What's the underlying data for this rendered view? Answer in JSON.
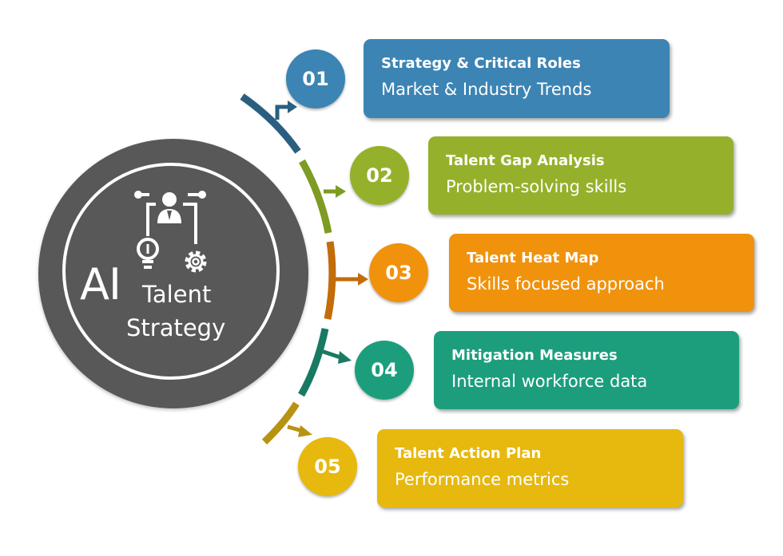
{
  "colors": {
    "blue": "#3c84b4",
    "green": "#95b12b",
    "orange": "#f1920c",
    "teal": "#1c9e7d",
    "yellow": "#e7b80e",
    "hub": "#585858",
    "arc_blue": "#2b5f80",
    "arc_green": "#7e9b23",
    "arc_orange": "#c26c0a",
    "arc_teal": "#187a62",
    "arc_yellow": "#b89312"
  },
  "hub": {
    "ai": "AI",
    "talent": "Talent",
    "strategy": "Strategy",
    "icon": "person-network-lightbulb-gear-icon"
  },
  "steps": [
    {
      "number": "01",
      "title": "Strategy & Critical Roles",
      "subtitle": "Market & Industry Trends"
    },
    {
      "number": "02",
      "title": "Talent Gap Analysis",
      "subtitle": "Problem-solving skills"
    },
    {
      "number": "03",
      "title": "Talent Heat Map",
      "subtitle": "Skills focused approach"
    },
    {
      "number": "04",
      "title": "Mitigation Measures",
      "subtitle": "Internal workforce data"
    },
    {
      "number": "05",
      "title": "Talent Action Plan",
      "subtitle": "Performance metrics"
    }
  ]
}
